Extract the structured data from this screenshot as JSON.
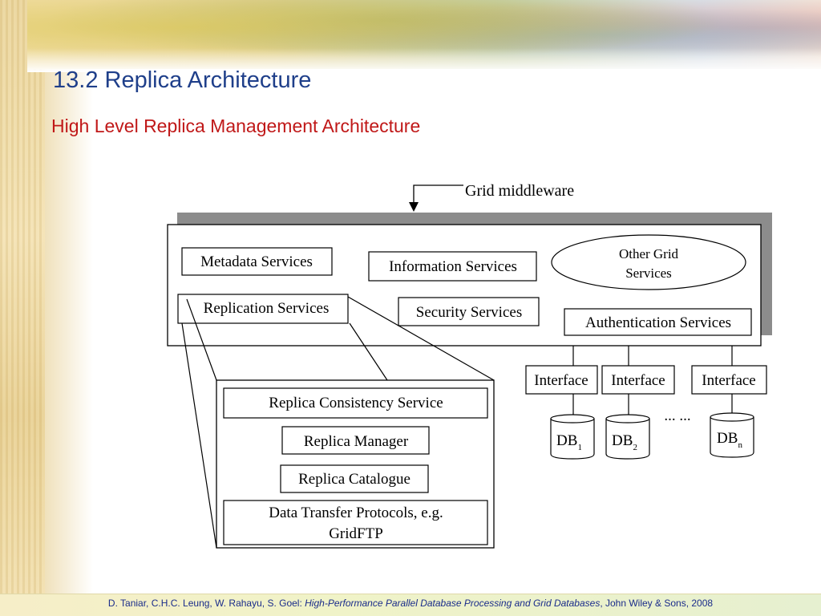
{
  "slide": {
    "title": "13.2 Replica Architecture",
    "subtitle": "High Level Replica Management Architecture"
  },
  "diagram": {
    "grid_middleware_label": "Grid middleware",
    "services": {
      "metadata": "Metadata Services",
      "information": "Information Services",
      "other_line1": "Other Grid",
      "other_line2": "Services",
      "replication": "Replication Services",
      "security": "Security Services",
      "authentication": "Authentication Services"
    },
    "replica_components": {
      "consistency": "Replica Consistency Service",
      "manager": "Replica Manager",
      "catalogue": "Replica Catalogue",
      "transfer_line1": "Data Transfer Protocols, e.g.",
      "transfer_line2": "GridFTP"
    },
    "interfaces": [
      "Interface",
      "Interface",
      "Interface"
    ],
    "databases": [
      {
        "label": "DB",
        "subscript": "1"
      },
      {
        "label": "DB",
        "subscript": "2"
      },
      {
        "label": "DB",
        "subscript": "n"
      }
    ],
    "ellipsis": "... ..."
  },
  "footer": {
    "authors": "D. Taniar, C.H.C. Leung, W. Rahayu, S. Goel: ",
    "book_title": "High-Performance Parallel Database Processing and Grid Databases",
    "publisher": ", John Wiley & Sons, 2008"
  },
  "colors": {
    "title": "#1f3f8a",
    "subtitle": "#c01818",
    "footer_text": "#1a2c8a",
    "shadow_panel": "#8c8c8c"
  }
}
